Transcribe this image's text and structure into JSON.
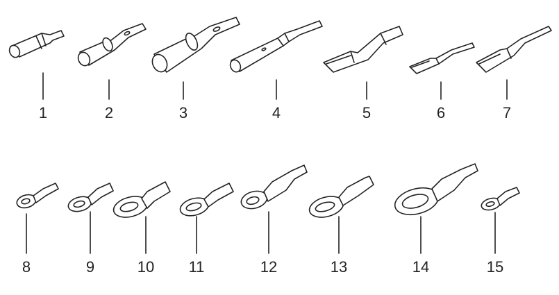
{
  "diagram": {
    "labels": [
      "1",
      "2",
      "3",
      "4",
      "5",
      "6",
      "7",
      "8",
      "9",
      "10",
      "11",
      "12",
      "13",
      "14",
      "15"
    ],
    "colors": {
      "ink": "#222222",
      "background": "#ffffff"
    }
  }
}
